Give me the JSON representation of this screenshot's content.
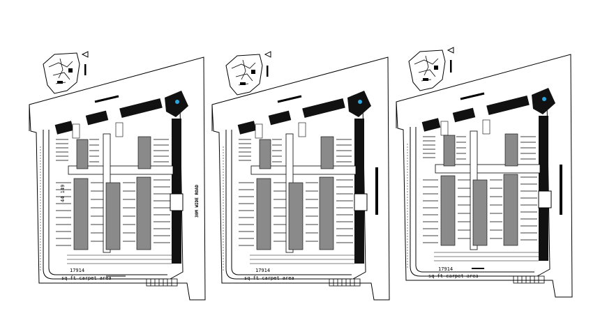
{
  "panels": [
    {
      "id": "plan-1",
      "area_value": "17914",
      "area_caption": "sq ft carpet area",
      "road_label": "30M WIDE ROAD",
      "rotated_text": "44 149"
    },
    {
      "id": "plan-2",
      "area_value": "17914",
      "area_caption": "sq ft carpet area",
      "road_label": "",
      "rotated_text": ""
    },
    {
      "id": "plan-3",
      "area_value": "17914",
      "area_caption": "sq ft carpet area",
      "road_label": "",
      "rotated_text": ""
    }
  ],
  "colors": {
    "line": "#000000",
    "block_fill": "#8a8a8a",
    "accent": "#2aa6e0",
    "background": "#ffffff"
  }
}
